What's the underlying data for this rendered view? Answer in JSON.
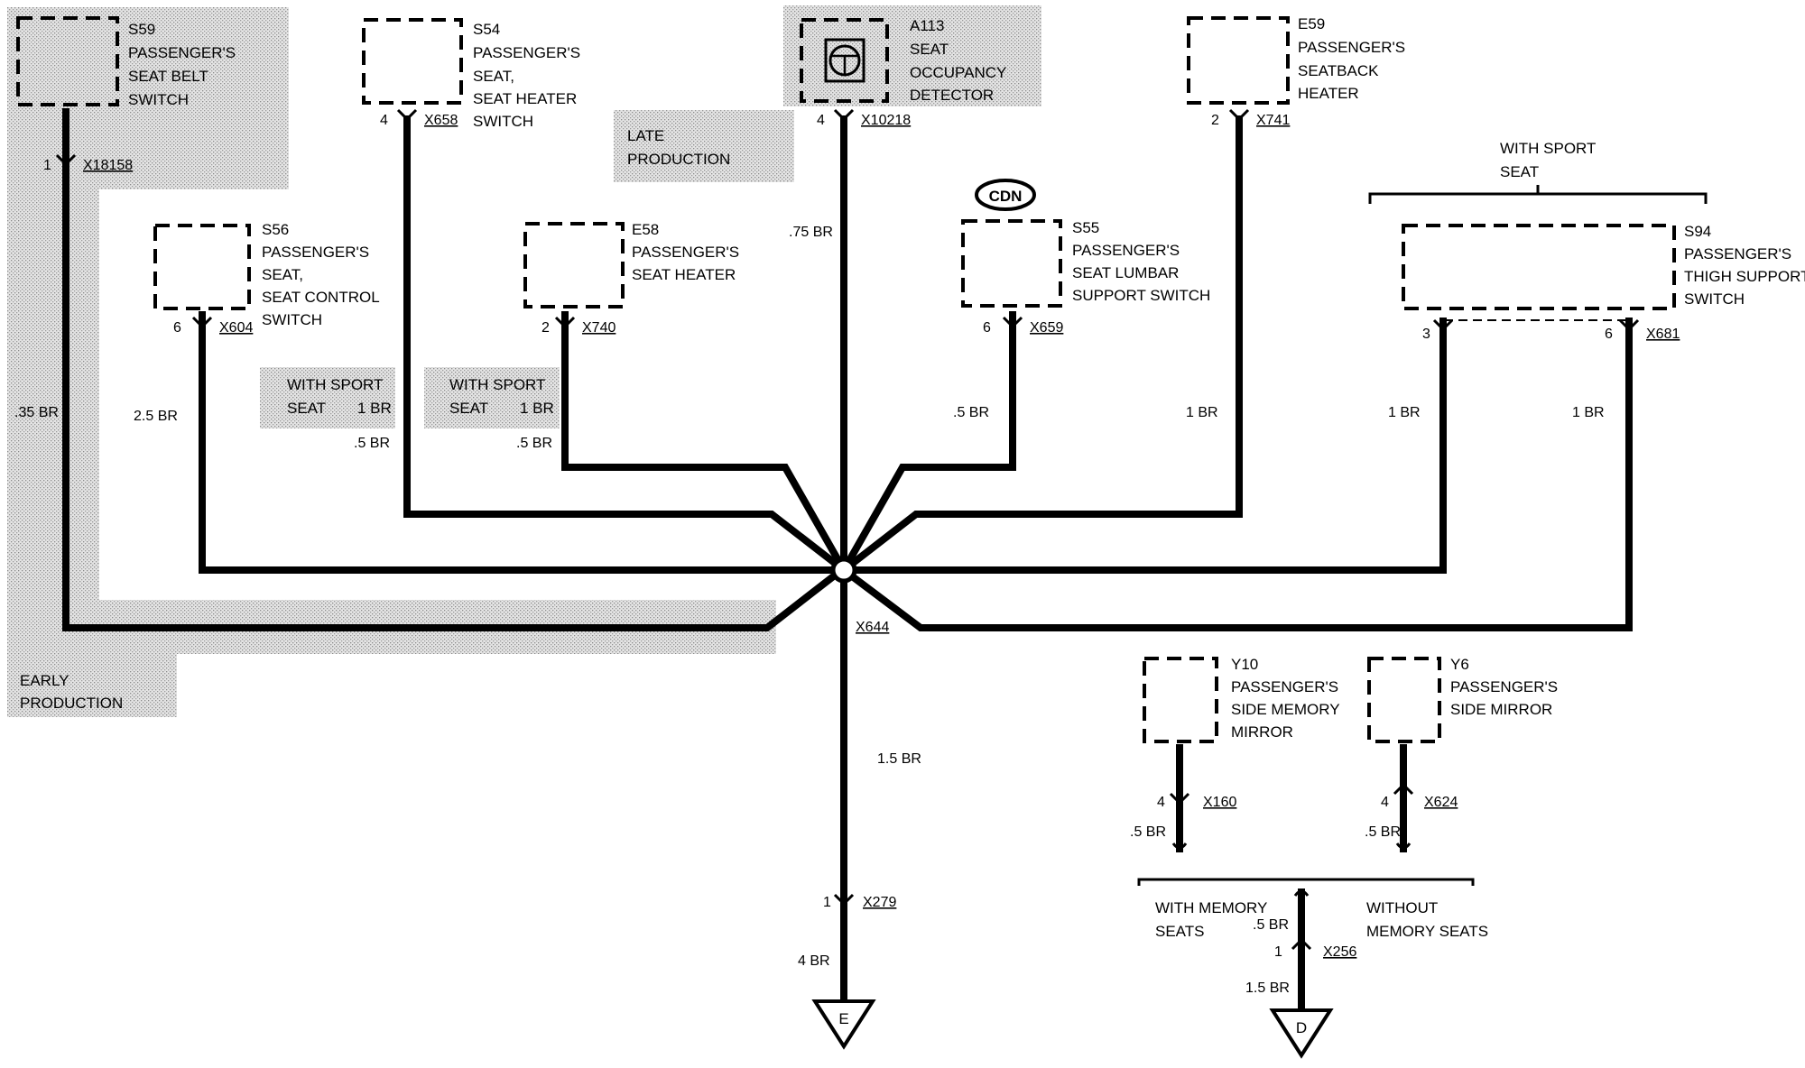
{
  "components": {
    "s59": {
      "id": "S59",
      "l1": "PASSENGER'S",
      "l2": "SEAT BELT",
      "l3": "SWITCH"
    },
    "s54": {
      "id": "S54",
      "l1": "PASSENGER'S",
      "l2": "SEAT,",
      "l3": "SEAT HEATER",
      "l4": "SWITCH"
    },
    "a113": {
      "id": "A113",
      "l1": "SEAT",
      "l2": "OCCUPANCY",
      "l3": "DETECTOR"
    },
    "e59": {
      "id": "E59",
      "l1": "PASSENGER'S",
      "l2": "SEATBACK",
      "l3": "HEATER"
    },
    "s56": {
      "id": "S56",
      "l1": "PASSENGER'S",
      "l2": "SEAT,",
      "l3": "SEAT CONTROL",
      "l4": "SWITCH"
    },
    "e58": {
      "id": "E58",
      "l1": "PASSENGER'S",
      "l2": "SEAT HEATER"
    },
    "s55": {
      "id": "S55",
      "l1": "PASSENGER'S",
      "l2": "SEAT LUMBAR",
      "l3": "SUPPORT SWITCH"
    },
    "s94": {
      "id": "S94",
      "l1": "PASSENGER'S",
      "l2": "THIGH SUPPORT",
      "l3": "SWITCH"
    },
    "y10": {
      "id": "Y10",
      "l1": "PASSENGER'S",
      "l2": "SIDE MEMORY",
      "l3": "MIRROR"
    },
    "y6": {
      "id": "Y6",
      "l1": "PASSENGER'S",
      "l2": "SIDE MIRROR"
    }
  },
  "connectors": {
    "x18158": "X18158",
    "x658": "X658",
    "x10218": "X10218",
    "x741": "X741",
    "x604": "X604",
    "x740": "X740",
    "x659": "X659",
    "x681": "X681",
    "x644": "X644",
    "x279": "X279",
    "x160": "X160",
    "x624": "X624",
    "x256": "X256"
  },
  "pins": {
    "s59": "1",
    "s54": "4",
    "a113": "4",
    "e59": "2",
    "s56": "6",
    "e58": "2",
    "s55": "6",
    "s94a": "3",
    "s94b": "6",
    "x279": "1",
    "y10": "4",
    "y6": "4",
    "x256": "1"
  },
  "wires": {
    "s59": ".35 BR",
    "a113": ".75 BR",
    "s56": "2.5 BR",
    "s54": ".5 BR",
    "e58": ".5 BR",
    "s55": ".5 BR",
    "e59": "1 BR",
    "s94a": "1 BR",
    "s94b": "1 BR",
    "trunk": "1.5 BR",
    "ground": "4 BR",
    "y10": ".5 BR",
    "y6": ".5 BR",
    "d_upper": ".5 BR",
    "d_lower": "1.5 BR"
  },
  "options": {
    "late": {
      "l1": "LATE",
      "l2": "PRODUCTION"
    },
    "early": {
      "l1": "EARLY",
      "l2": "PRODUCTION"
    },
    "sport_seat": {
      "l1": "WITH SPORT",
      "l2": "SEAT"
    },
    "sport1": {
      "l1": "WITH SPORT",
      "l2": "SEAT",
      "value": "1 BR"
    },
    "sport2": {
      "l1": "WITH SPORT",
      "l2": "SEAT",
      "value": "1 BR"
    },
    "with_memory": {
      "l1": "WITH MEMORY",
      "l2": "SEATS"
    },
    "without_memory": {
      "l1": "WITHOUT",
      "l2": "MEMORY SEATS"
    }
  },
  "badge": "CDN",
  "grounds": {
    "e": "E",
    "d": "D"
  }
}
